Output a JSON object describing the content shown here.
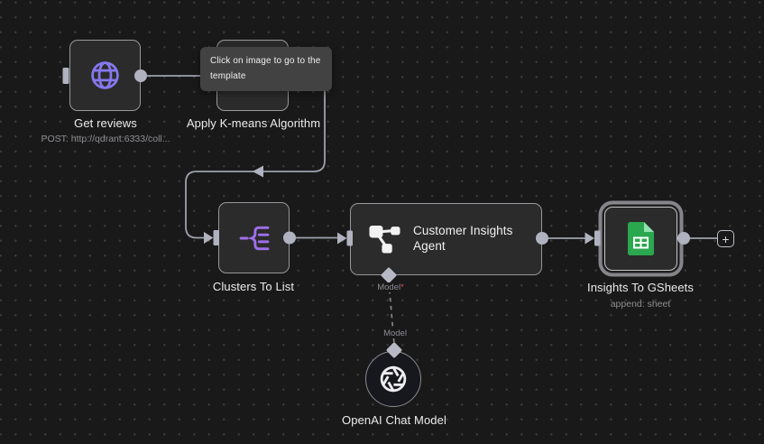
{
  "tooltip": {
    "text": "Click on image to go to the template"
  },
  "nodes": {
    "get_reviews": {
      "title": "Get reviews",
      "subtitle": "POST: http://qdrant:6333/coll...",
      "icon": "globe-icon",
      "icon_color": "#8678ee"
    },
    "apply_kmeans": {
      "title": "Apply K-means Algorithm"
    },
    "clusters_to_list": {
      "title": "Clusters To List",
      "icon": "split-out-icon",
      "icon_color": "#9e6fe9"
    },
    "agent": {
      "title_line1": "Customer Insights",
      "title_line2": "Agent",
      "icon": "agent-nodes-icon",
      "model_port_label": "Model",
      "required_marker": "*"
    },
    "gsheets": {
      "title": "Insights To GSheets",
      "subtitle": "append: sheet",
      "icon": "google-sheets-icon",
      "selected": true
    },
    "openai": {
      "title": "OpenAI Chat Model",
      "icon": "openai-logo-icon",
      "model_port_label": "Model"
    }
  },
  "plus_button": {
    "label": "+"
  },
  "colors": {
    "canvas_bg": "#191919",
    "node_bg": "#2b2b2b",
    "node_border": "#98989e",
    "wire": "#9fa2ac",
    "port": "#b0b3bf",
    "accent_purple": "#8678ee",
    "accent_violet": "#9e6fe9",
    "sheets_green": "#2BA84F",
    "tooltip_bg": "#424242",
    "required_red": "#e0524d"
  }
}
